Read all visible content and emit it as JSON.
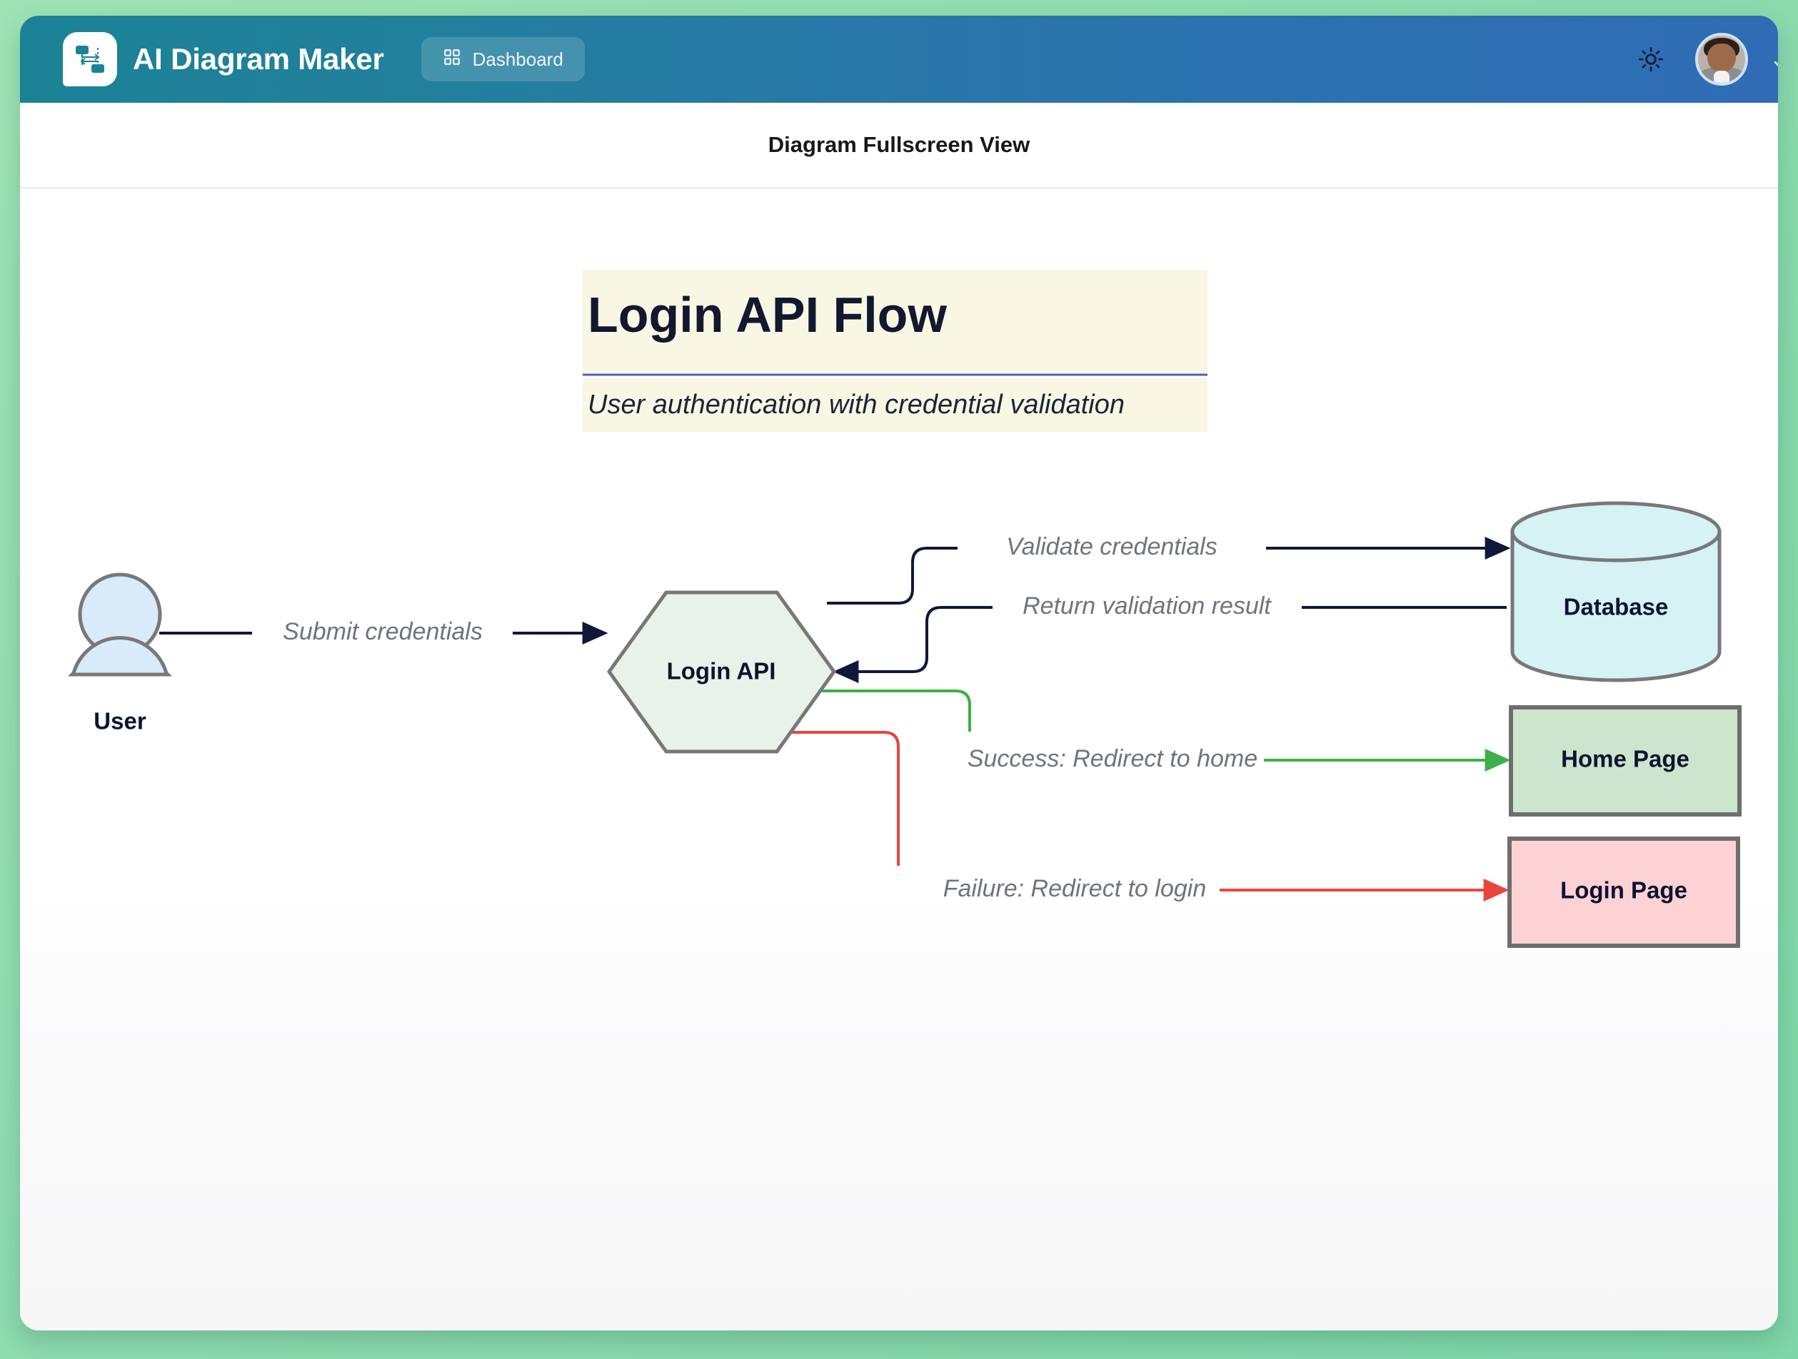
{
  "app": {
    "brand_name": "AI Diagram Maker",
    "logo_icon": "diagram-logo-icon",
    "nav": {
      "dashboard_label": "Dashboard",
      "dashboard_icon": "grid-icon"
    },
    "theme_toggle_icon": "sun-icon",
    "avatar_icon": "user-avatar",
    "account_chevron_icon": "chevron-down-icon",
    "colors": {
      "header_gradient_start": "#1b8296",
      "header_gradient_end": "#2f6cb5",
      "page_background": "#8fdcb0"
    }
  },
  "view": {
    "title": "Diagram Fullscreen View"
  },
  "diagram": {
    "title": "Login API Flow",
    "subtitle": "User authentication with credential validation",
    "title_background": "#f7f7e4",
    "title_rule_color": "#4a5fc1",
    "nodes": [
      {
        "id": "user",
        "label": "User",
        "shape": "actor",
        "fill": "#d9eaf9",
        "stroke": "#787878"
      },
      {
        "id": "login_api",
        "label": "Login API",
        "shape": "hexagon",
        "fill": "#e8f2e8",
        "stroke": "#787878"
      },
      {
        "id": "database",
        "label": "Database",
        "shape": "cylinder",
        "fill": "#d6f2f5",
        "stroke": "#787878"
      },
      {
        "id": "home_page",
        "label": "Home Page",
        "shape": "rectangle",
        "fill": "#cce5cc",
        "stroke": "#6e6e6e"
      },
      {
        "id": "login_page",
        "label": "Login Page",
        "shape": "rectangle",
        "fill": "#fcd2d5",
        "stroke": "#6e6e6e"
      }
    ],
    "edges": [
      {
        "id": "e1",
        "label": "Submit credentials",
        "from": "user",
        "to": "login_api",
        "color": "#10173a"
      },
      {
        "id": "e2",
        "label": "Validate credentials",
        "from": "login_api",
        "to": "database",
        "color": "#10173a"
      },
      {
        "id": "e3",
        "label": "Return validation result",
        "from": "database",
        "to": "login_api",
        "color": "#10173a"
      },
      {
        "id": "e4",
        "label": "Success: Redirect to home",
        "from": "login_api",
        "to": "home_page",
        "color": "#3cb04a"
      },
      {
        "id": "e5",
        "label": "Failure: Redirect to login",
        "from": "login_api",
        "to": "login_page",
        "color": "#e8463c"
      }
    ]
  }
}
